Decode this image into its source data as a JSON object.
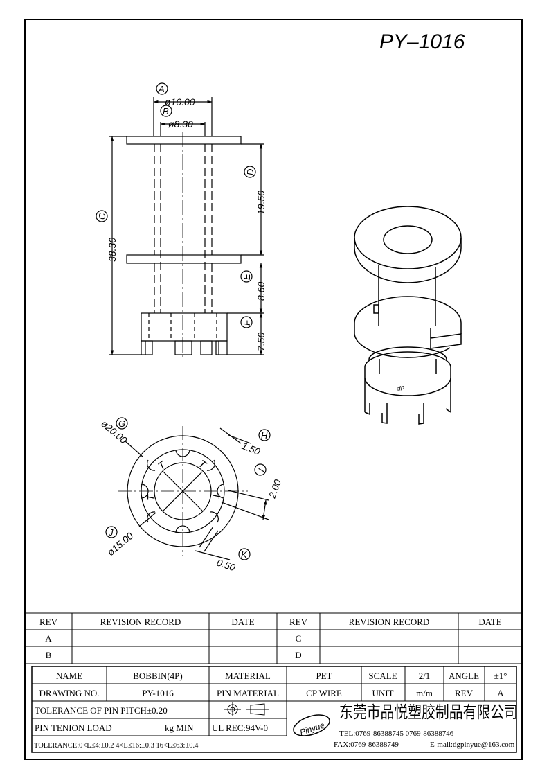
{
  "part_number": "PY–1016",
  "dimensions": {
    "A": {
      "letter": "A",
      "value": "ø10.00"
    },
    "B": {
      "letter": "B",
      "value": "ø8.30"
    },
    "C": {
      "letter": "C",
      "value": "38.30"
    },
    "D": {
      "letter": "D",
      "value": "19.50"
    },
    "E": {
      "letter": "E",
      "value": "8.60"
    },
    "F": {
      "letter": "F",
      "value": "7.50"
    },
    "G": {
      "letter": "G",
      "value": "ø20.00"
    },
    "H": {
      "letter": "H",
      "value": "1.50"
    },
    "I": {
      "letter": "I",
      "value": "2.00"
    },
    "J": {
      "letter": "J",
      "value": "ø15.00"
    },
    "K": {
      "letter": "K",
      "value": "0.50"
    }
  },
  "pin_marks": [
    "T",
    "T",
    "T",
    "T"
  ],
  "iso_pin_mark": "dP",
  "revision": {
    "headers": [
      "REV",
      "REVISION RECORD",
      "DATE",
      "REV",
      "REVISION RECORD",
      "DATE"
    ],
    "rows": [
      {
        "rev_left": "A",
        "record_left": "",
        "date_left": "",
        "rev_right": "C",
        "record_right": "",
        "date_right": ""
      },
      {
        "rev_left": "B",
        "record_left": "",
        "date_left": "",
        "rev_right": "D",
        "record_right": "",
        "date_right": ""
      }
    ]
  },
  "title_block": {
    "name_label": "NAME",
    "name_value": "BOBBIN(4P)",
    "material_label": "MATERIAL",
    "material_value": "PET",
    "scale_label": "SCALE",
    "scale_value": "2/1",
    "angle_label": "ANGLE",
    "angle_value": "±1°",
    "drawing_no_label": "DRAWING NO.",
    "drawing_no_value": "PY-1016",
    "pin_material_label": "PIN MATERIAL",
    "pin_material_value": "CP WIRE",
    "unit_label": "UNIT",
    "unit_value": "m/m",
    "rev_label": "REV",
    "rev_value": "A",
    "tolerance_pitch": "TOLERANCE OF PIN PITCH±0.20",
    "pin_tension_label": "PIN TENION LOAD",
    "pin_tension_value": "kg MIN",
    "ul_rec": "UL REC:94V-0",
    "tolerance_ranges": "TOLERANCE:0<L≤4:±0.2  4<L≤16:±0.3  16<L≤63:±0.4",
    "company_logo_text": "Pinyue",
    "company_name": "东莞市品悦塑胶制品有限公司",
    "tel": "TEL:0769-86388745   0769-86388746",
    "fax": "FAX:0769-86388749",
    "email": "E-mail:dgpinyue@163.com"
  }
}
